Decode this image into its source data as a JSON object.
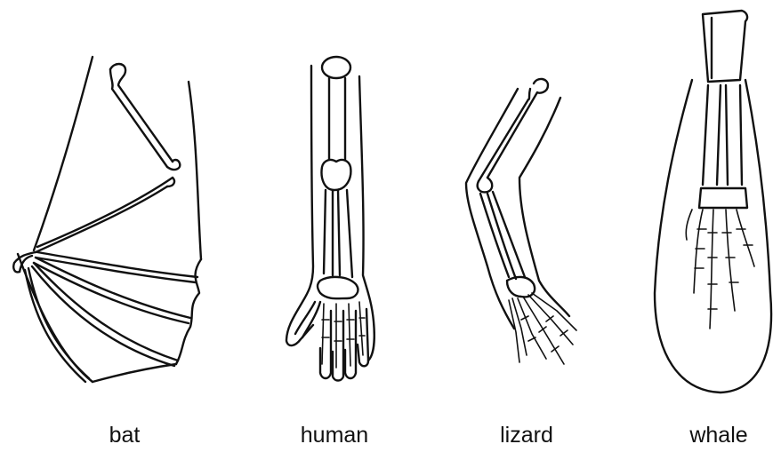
{
  "labels": {
    "bat": "bat",
    "human": "human",
    "lizard": "lizard",
    "whale": "whale"
  }
}
